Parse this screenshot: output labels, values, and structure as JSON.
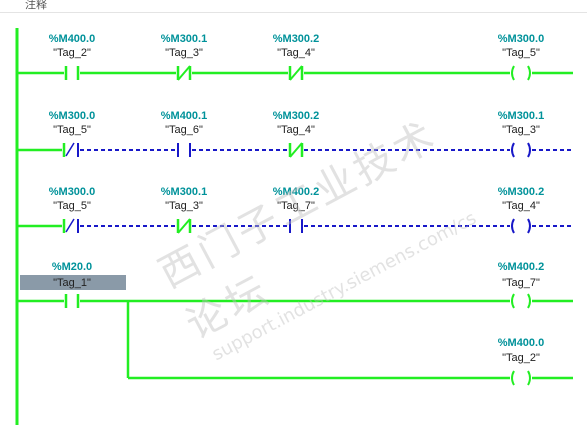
{
  "header": {
    "comment_label": "注释"
  },
  "network": {
    "row1": {
      "contact1": {
        "address": "%M400.0",
        "tag": "\"Tag_2\"",
        "type": "NO"
      },
      "contact2": {
        "address": "%M300.1",
        "tag": "\"Tag_3\"",
        "type": "NC"
      },
      "contact3": {
        "address": "%M300.2",
        "tag": "\"Tag_4\"",
        "type": "NC"
      },
      "coil": {
        "address": "%M300.0",
        "tag": "\"Tag_5\""
      }
    },
    "row2": {
      "contact1": {
        "address": "%M300.0",
        "tag": "\"Tag_5\"",
        "type": "NO"
      },
      "contact2": {
        "address": "%M400.1",
        "tag": "\"Tag_6\"",
        "type": "NO"
      },
      "contact3": {
        "address": "%M300.2",
        "tag": "\"Tag_4\"",
        "type": "NC"
      },
      "coil": {
        "address": "%M300.1",
        "tag": "\"Tag_3\""
      }
    },
    "row3": {
      "contact1": {
        "address": "%M300.0",
        "tag": "\"Tag_5\"",
        "type": "NO"
      },
      "contact2": {
        "address": "%M300.1",
        "tag": "\"Tag_3\"",
        "type": "NC"
      },
      "contact3": {
        "address": "%M400.2",
        "tag": "\"Tag_7\"",
        "type": "NO"
      },
      "coil": {
        "address": "%M300.2",
        "tag": "\"Tag_4\""
      }
    },
    "row4": {
      "contact1": {
        "address": "%M20.0",
        "tag": "\"Tag_1\"",
        "type": "NO",
        "selected": true
      },
      "coil1": {
        "address": "%M400.2",
        "tag": "\"Tag_7\""
      },
      "coil2": {
        "address": "%M400.0",
        "tag": "\"Tag_2\""
      }
    }
  },
  "watermark": {
    "title": "西门子工业技术论坛",
    "url": "support.industry.siemens.com/cs"
  },
  "colors": {
    "energized": "#22ee22",
    "not_energized": "#1818c8",
    "address": "#00929a",
    "selection": "#8a9aa8"
  }
}
